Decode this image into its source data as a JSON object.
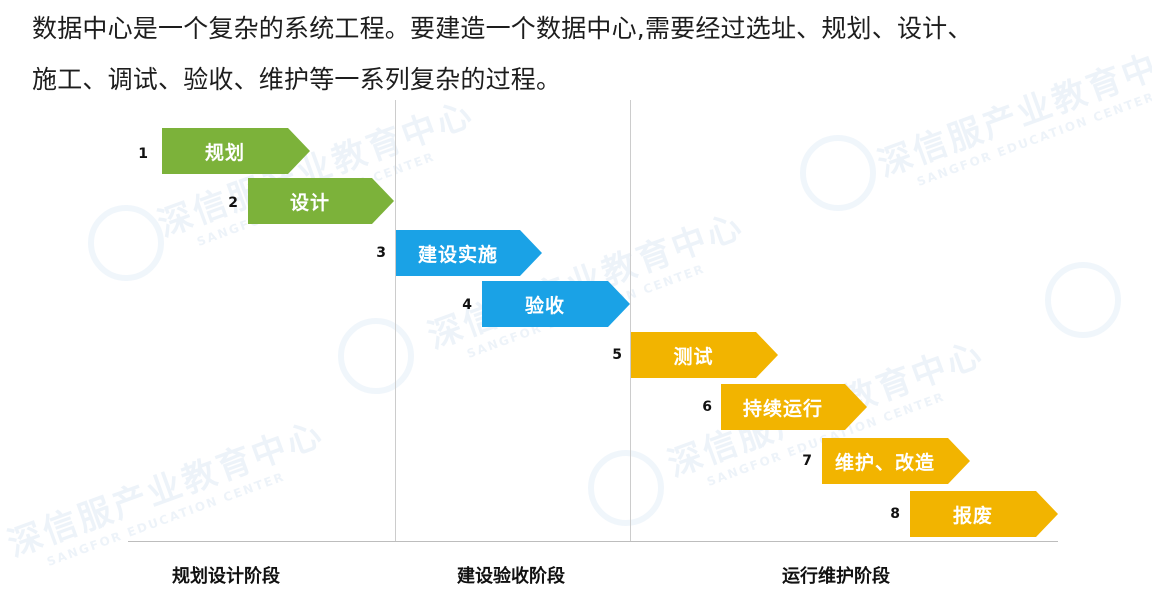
{
  "text": {
    "line1": "数据中心是一个复杂的系统工程。要建造一个数据中心,需要经过选址、规划、设计、",
    "line2": "施工、调试、验收、维护等一系列复杂的过程。"
  },
  "colors": {
    "green": "#7cb23a",
    "blue": "#1aa2e6",
    "gold": "#f2b400"
  },
  "steps": [
    {
      "number": "1",
      "label": "规划",
      "color": "#7cb23a"
    },
    {
      "number": "2",
      "label": "设计",
      "color": "#7cb23a"
    },
    {
      "number": "3",
      "label": "建设实施",
      "color": "#1aa2e6"
    },
    {
      "number": "4",
      "label": "验收",
      "color": "#1aa2e6"
    },
    {
      "number": "5",
      "label": "测试",
      "color": "#f2b400"
    },
    {
      "number": "6",
      "label": "持续运行",
      "color": "#f2b400"
    },
    {
      "number": "7",
      "label": "维护、改造",
      "color": "#f2b400"
    },
    {
      "number": "8",
      "label": "报废",
      "color": "#f2b400"
    }
  ],
  "phases": [
    {
      "label": "规划设计阶段"
    },
    {
      "label": "建设验收阶段"
    },
    {
      "label": "运行维护阶段"
    }
  ],
  "watermark": {
    "cn": "深信服产业教育中心",
    "en": "SANGFOR EDUCATION CENTER"
  }
}
